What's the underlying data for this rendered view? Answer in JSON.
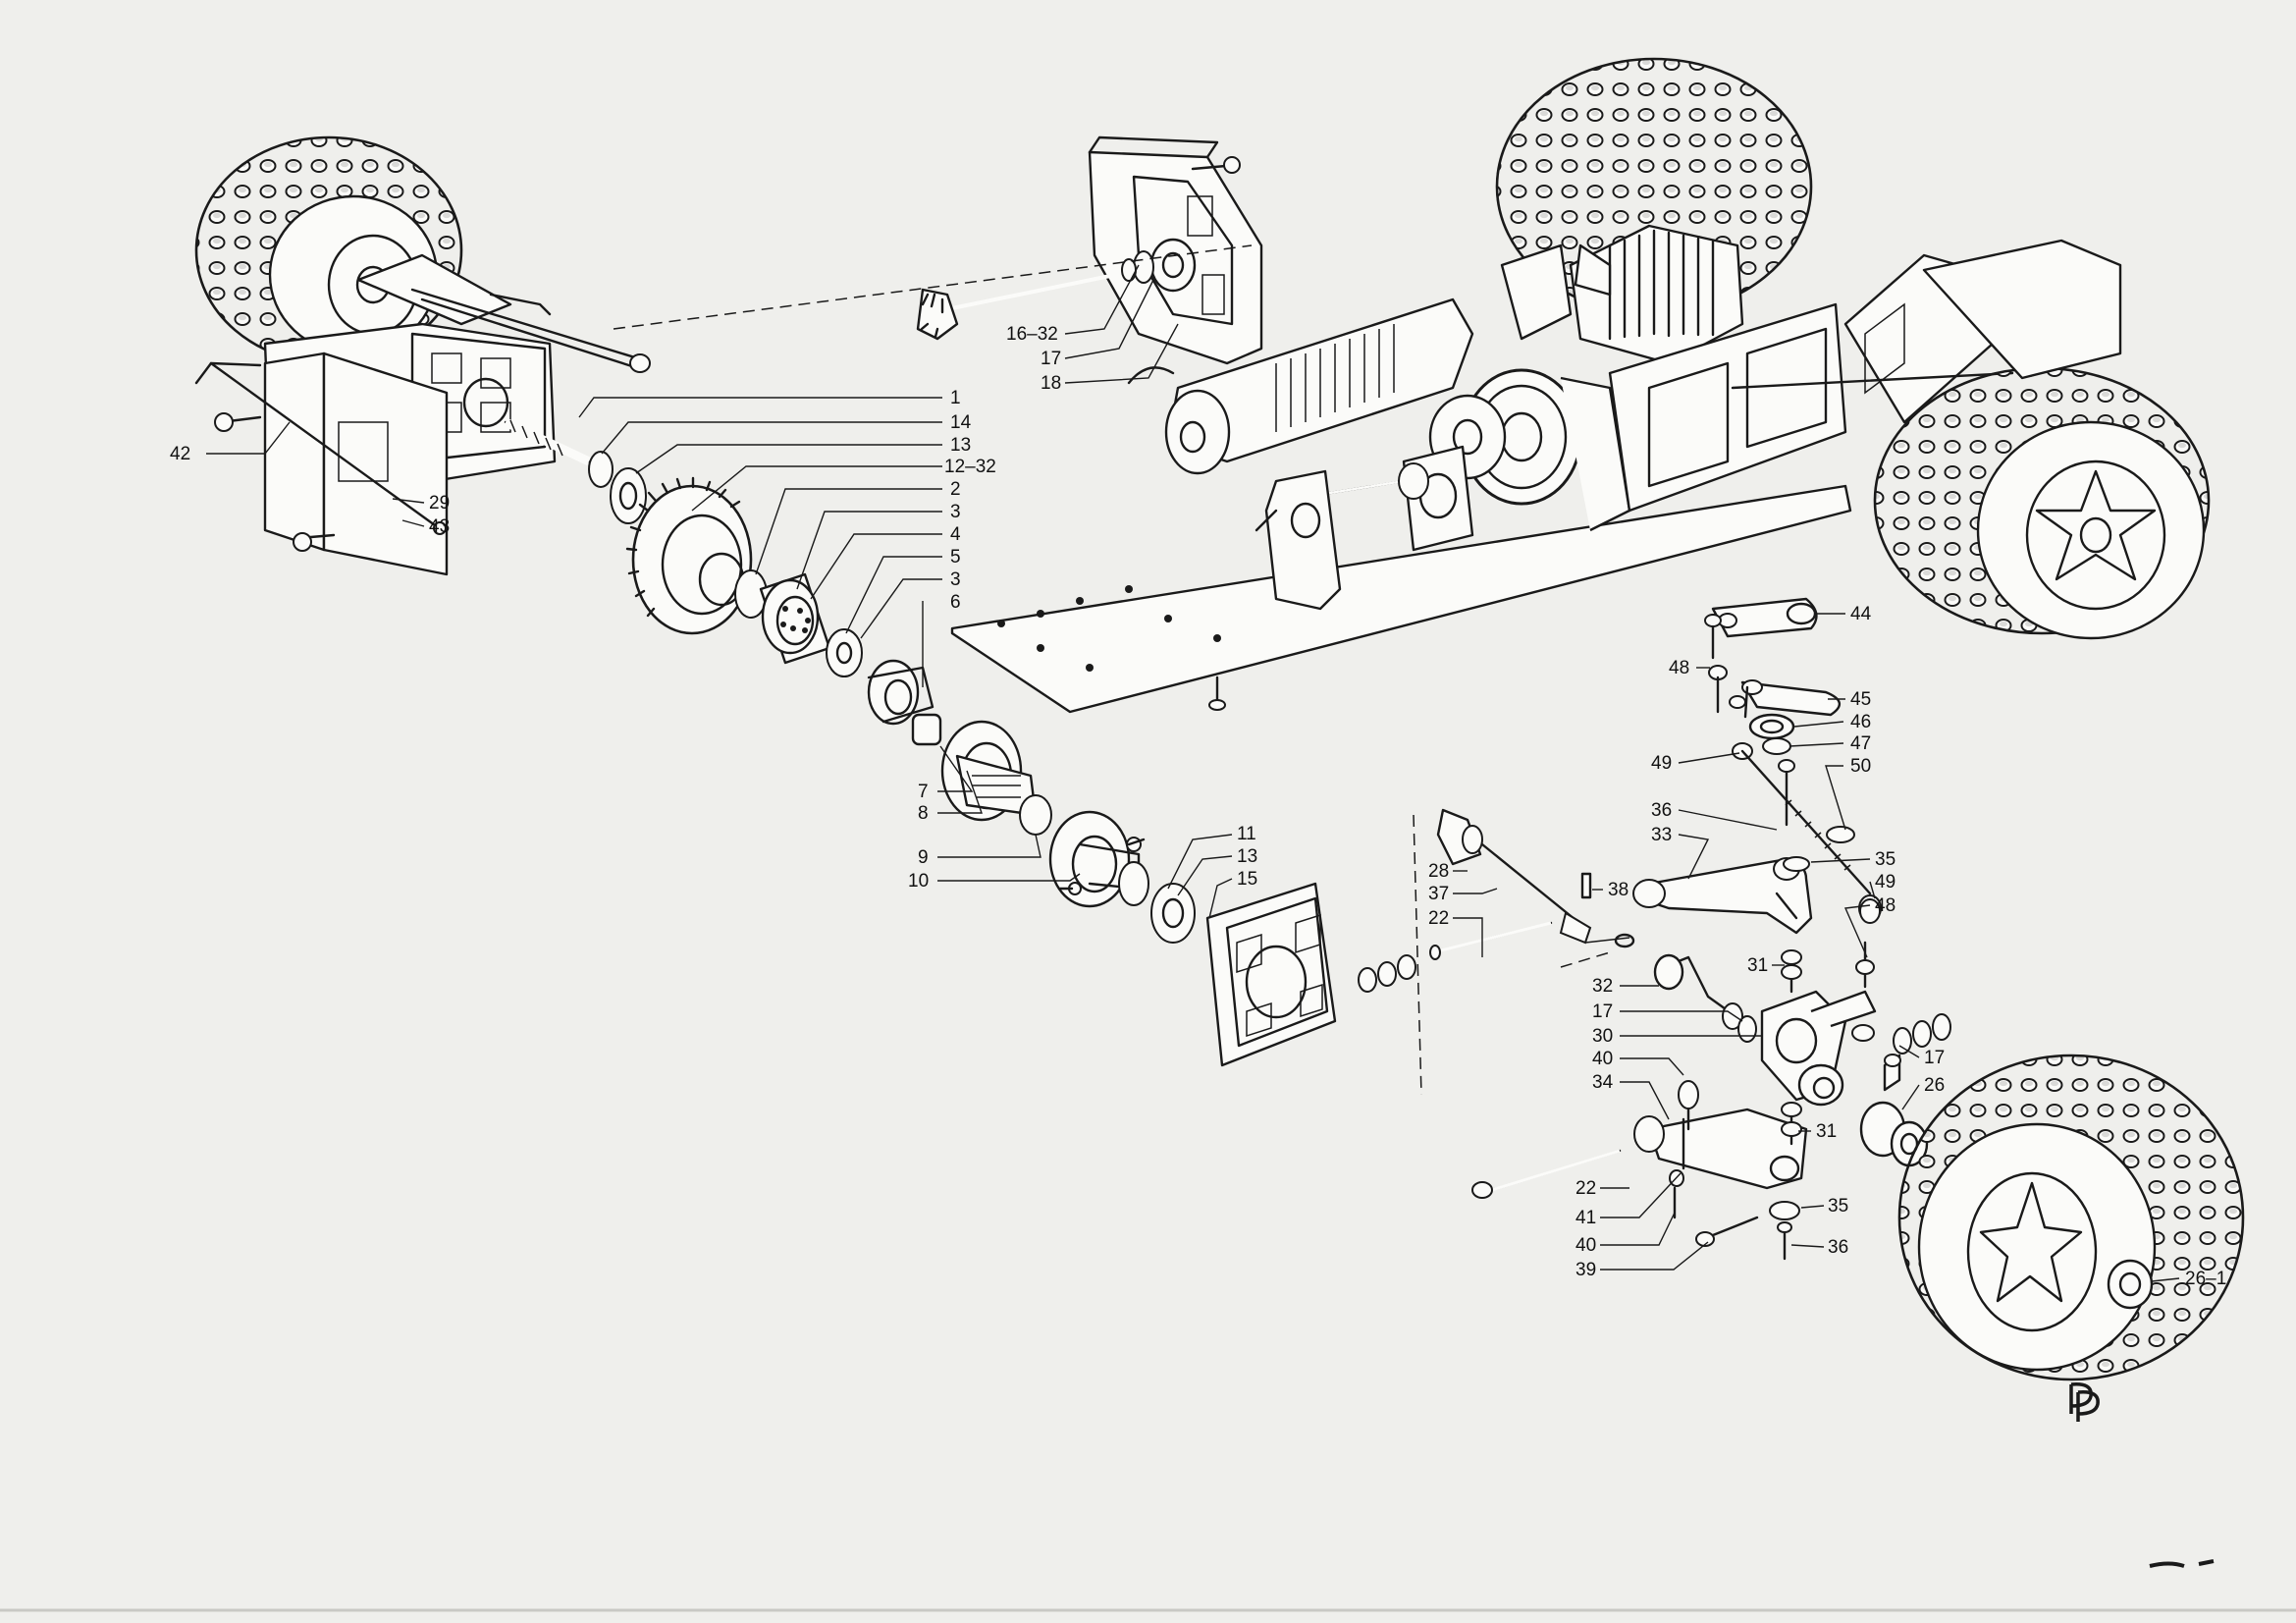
{
  "labels": [
    {
      "id": "1",
      "text": "1"
    },
    {
      "id": "14a",
      "text": "14"
    },
    {
      "id": "13a",
      "text": "13"
    },
    {
      "id": "12-32",
      "text": "12–32"
    },
    {
      "id": "2",
      "text": "2"
    },
    {
      "id": "3a",
      "text": "3"
    },
    {
      "id": "4",
      "text": "4"
    },
    {
      "id": "5",
      "text": "5"
    },
    {
      "id": "3b",
      "text": "3"
    },
    {
      "id": "6",
      "text": "6"
    },
    {
      "id": "7",
      "text": "7"
    },
    {
      "id": "8",
      "text": "8"
    },
    {
      "id": "9",
      "text": "9"
    },
    {
      "id": "10",
      "text": "10"
    },
    {
      "id": "11",
      "text": "11"
    },
    {
      "id": "13b",
      "text": "13"
    },
    {
      "id": "15",
      "text": "15"
    },
    {
      "id": "16-32",
      "text": "16–32"
    },
    {
      "id": "17a",
      "text": "17"
    },
    {
      "id": "18",
      "text": "18"
    },
    {
      "id": "42",
      "text": "42"
    },
    {
      "id": "29",
      "text": "29"
    },
    {
      "id": "43",
      "text": "43"
    },
    {
      "id": "44",
      "text": "44"
    },
    {
      "id": "48a",
      "text": "48"
    },
    {
      "id": "45",
      "text": "45"
    },
    {
      "id": "46",
      "text": "46"
    },
    {
      "id": "47",
      "text": "47"
    },
    {
      "id": "49a",
      "text": "49"
    },
    {
      "id": "50",
      "text": "50"
    },
    {
      "id": "36a",
      "text": "36"
    },
    {
      "id": "33",
      "text": "33"
    },
    {
      "id": "35a",
      "text": "35"
    },
    {
      "id": "49b",
      "text": "49"
    },
    {
      "id": "48b",
      "text": "48"
    },
    {
      "id": "28",
      "text": "28"
    },
    {
      "id": "37",
      "text": "37"
    },
    {
      "id": "38",
      "text": "38"
    },
    {
      "id": "22a",
      "text": "22"
    },
    {
      "id": "31a",
      "text": "31"
    },
    {
      "id": "32",
      "text": "32"
    },
    {
      "id": "17b",
      "text": "17"
    },
    {
      "id": "30",
      "text": "30"
    },
    {
      "id": "40a",
      "text": "40"
    },
    {
      "id": "34",
      "text": "34"
    },
    {
      "id": "17c",
      "text": "17"
    },
    {
      "id": "26",
      "text": "26"
    },
    {
      "id": "31b",
      "text": "31"
    },
    {
      "id": "22b",
      "text": "22"
    },
    {
      "id": "41",
      "text": "41"
    },
    {
      "id": "40b",
      "text": "40"
    },
    {
      "id": "39",
      "text": "39"
    },
    {
      "id": "35b",
      "text": "35"
    },
    {
      "id": "36b",
      "text": "36"
    },
    {
      "id": "26-1",
      "text": "26–1"
    }
  ],
  "logo_mark": "P",
  "colors": {
    "ink": "#1a1a1a",
    "paper": "#efefec"
  }
}
